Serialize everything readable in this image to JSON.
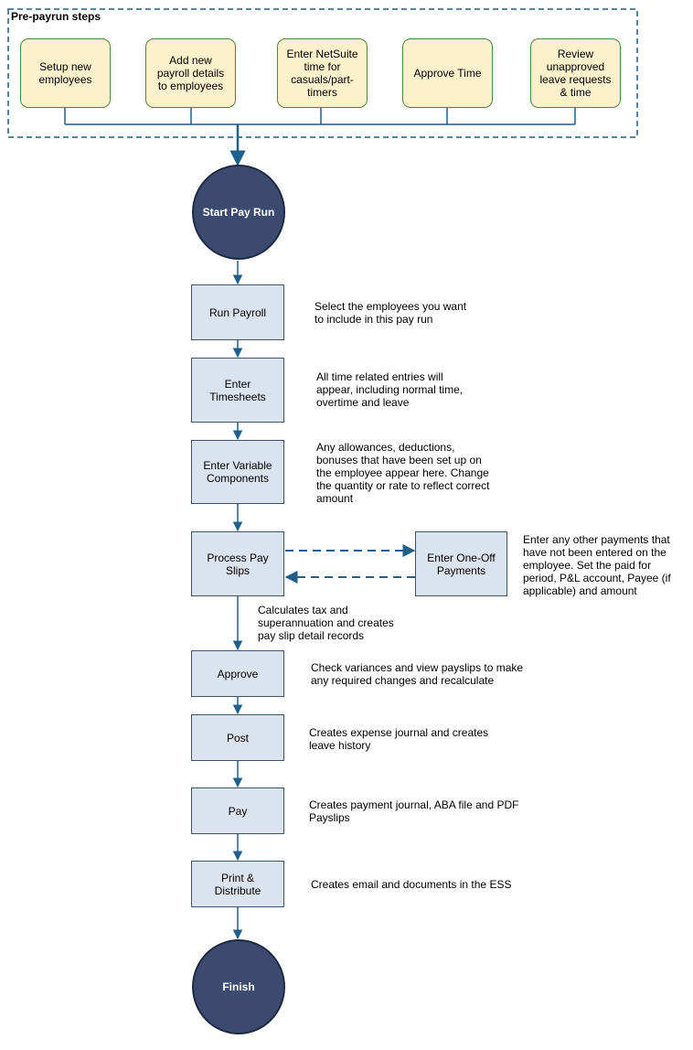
{
  "group": {
    "label": "Pre-payrun steps",
    "steps": [
      "Setup new employees",
      "Add new payroll details to employees",
      "Enter NetSuite time for casuals/part-timers",
      "Approve Time",
      "Review unapproved leave requests & time"
    ]
  },
  "start": "Start Pay Run",
  "steps": {
    "run_payroll": "Run Payroll",
    "enter_timesheets": "Enter Timesheets",
    "enter_variable": "Enter Variable Components",
    "process_pay_slips": "Process Pay Slips",
    "enter_one_off": "Enter One-Off Payments",
    "approve": "Approve",
    "post": "Post",
    "pay": "Pay",
    "print_distribute": "Print & Distribute"
  },
  "finish": "Finish",
  "notes": {
    "run_payroll": "Select the employees you want\nto include in this pay run",
    "enter_timesheets": "All time related entries will\nappear, including normal time,\novertime and leave",
    "enter_variable": "Any allowances, deductions,\nbonuses that have been set up on\nthe employee appear here.  Change\nthe quantity or rate to reflect correct\namount",
    "enter_one_off": "Enter any other payments that\nhave not been entered on the\nemployee.  Set the paid for\nperiod, P&L account, Payee (if\napplicable)  and amount",
    "process_pay_slips": "Calculates tax and\nsuperannuation and creates\npay slip detail records",
    "approve": "Check variances and view payslips to make\nany required changes and recalculate",
    "post": "Creates expense journal and creates\nleave history",
    "pay": "Creates payment journal, ABA file and PDF\nPayslips",
    "print_distribute": "Creates email and documents in the ESS"
  },
  "colors": {
    "pre_box_fill": "#fdf1cc",
    "pre_box_border": "#4a8a3a",
    "step_fill": "#dbe3ef",
    "step_border": "#3e5272",
    "circle_fill": "#3b4a6e",
    "connector": "#1f5f8b"
  }
}
